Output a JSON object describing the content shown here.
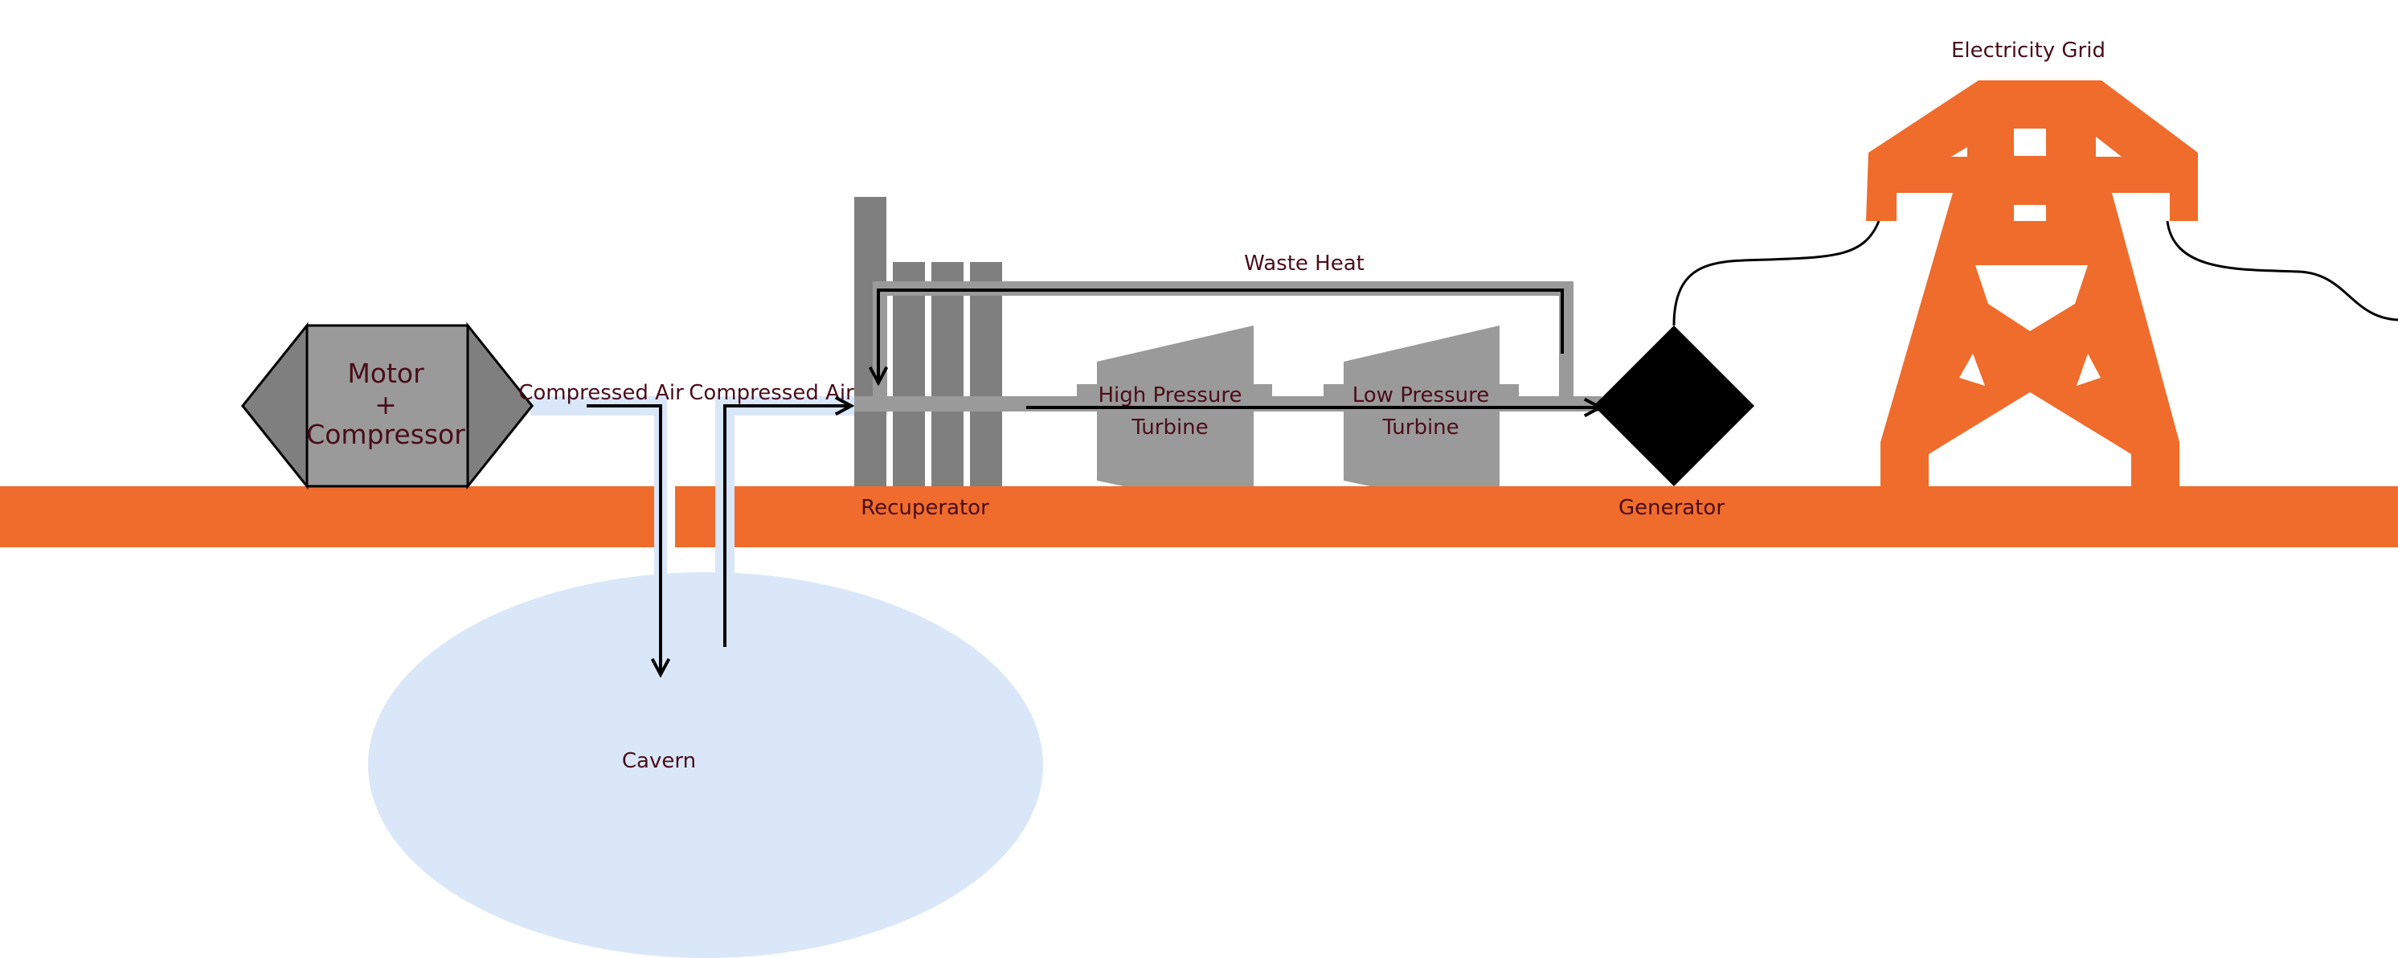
{
  "labels": {
    "motor_line1": "Motor",
    "motor_line2": "+",
    "motor_line3": "Compressor",
    "compressed_air_out": "Compressed Air",
    "compressed_air_in": "Compressed Air",
    "waste_heat": "Waste Heat",
    "hp_turbine_line1": "High Pressure",
    "hp_turbine_line2": "Turbine",
    "lp_turbine_line1": "Low Pressure",
    "lp_turbine_line2": "Turbine",
    "recuperator": "Recuperator",
    "generator": "Generator",
    "cavern": "Cavern",
    "grid": "Electricity Grid"
  },
  "colors": {
    "ground": "#ef6c2c",
    "tower": "#ef6c2c",
    "cavern": "#dae7f9",
    "pipe_air": "#dae7f9",
    "machine_gray": "#9a9a9a",
    "chimney_gray": "#7f7f7f",
    "generator": "#000000",
    "arrow": "#000000",
    "text": "#4a0d1a"
  }
}
